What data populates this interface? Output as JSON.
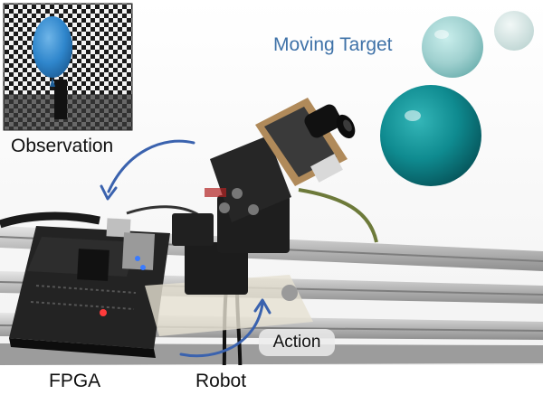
{
  "labels": {
    "observation": "Observation",
    "moving_target": "Moving Target",
    "action": "Action",
    "fpga": "FPGA",
    "robot": "Robot"
  },
  "colors": {
    "target_label": "#3f72a8",
    "arrow": "#3a62ae",
    "ball_light": "#9fd0cf",
    "ball_faint": "#d8e8e6",
    "ball_dark": "#0f8b90",
    "pcb": "#2a2a2a",
    "servo": "#1c1c1c",
    "rail": "#c9c9c9",
    "balloon": "#2f86cc"
  }
}
